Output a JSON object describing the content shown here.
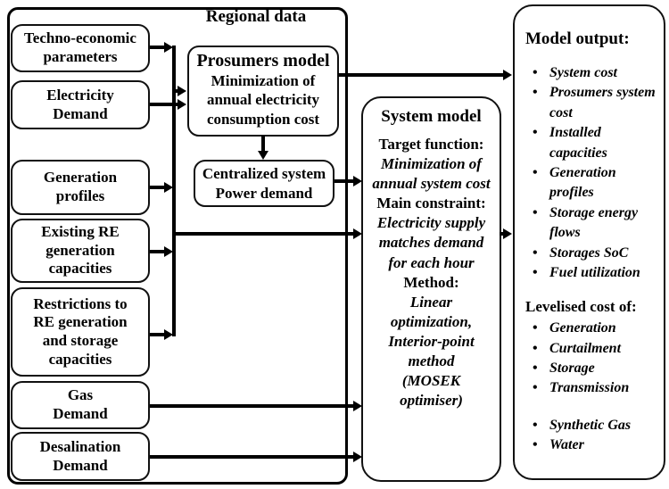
{
  "regional": {
    "title": "Regional data",
    "inputs": [
      {
        "label": "Techno-economic\nparameters"
      },
      {
        "label": "Electricity\nDemand"
      },
      {
        "label": "Generation\nprofiles"
      },
      {
        "label": "Existing RE\ngeneration\ncapacities"
      },
      {
        "label": "Restrictions to\nRE generation\nand storage\ncapacities"
      },
      {
        "label": "Gas\nDemand"
      },
      {
        "label": "Desalination\nDemand"
      }
    ]
  },
  "prosumers_model": {
    "title": "Prosumers model",
    "objective": "Minimization of\nannual electricity\nconsumption cost"
  },
  "centralized": {
    "label": "Centralized system\nPower demand"
  },
  "system_model": {
    "title": "System model",
    "sections": [
      {
        "label": "Target function:",
        "detail": "Minimization of\nannual system cost"
      },
      {
        "label": "Main constraint:",
        "detail": "Electricity supply\nmatches demand\nfor each hour"
      },
      {
        "label": "Method:",
        "detail": "Linear\noptimization,\nInterior-point\nmethod\n(MOSEK\noptimiser)"
      }
    ]
  },
  "model_output": {
    "title": "Model output:",
    "outputs": [
      "System cost",
      "Prosumers system cost",
      "Installed capacities",
      "Generation profiles",
      "Storage energy flows",
      "Storages SoC",
      "Fuel utilization"
    ],
    "levelised_title": "Levelised cost of:",
    "levelised_items": [
      "Generation",
      "Curtailment",
      "Storage",
      "Transmission"
    ],
    "additional_items": [
      "Synthetic Gas",
      "Water"
    ]
  },
  "colors": {
    "line": "#000000",
    "background": "#ffffff"
  }
}
